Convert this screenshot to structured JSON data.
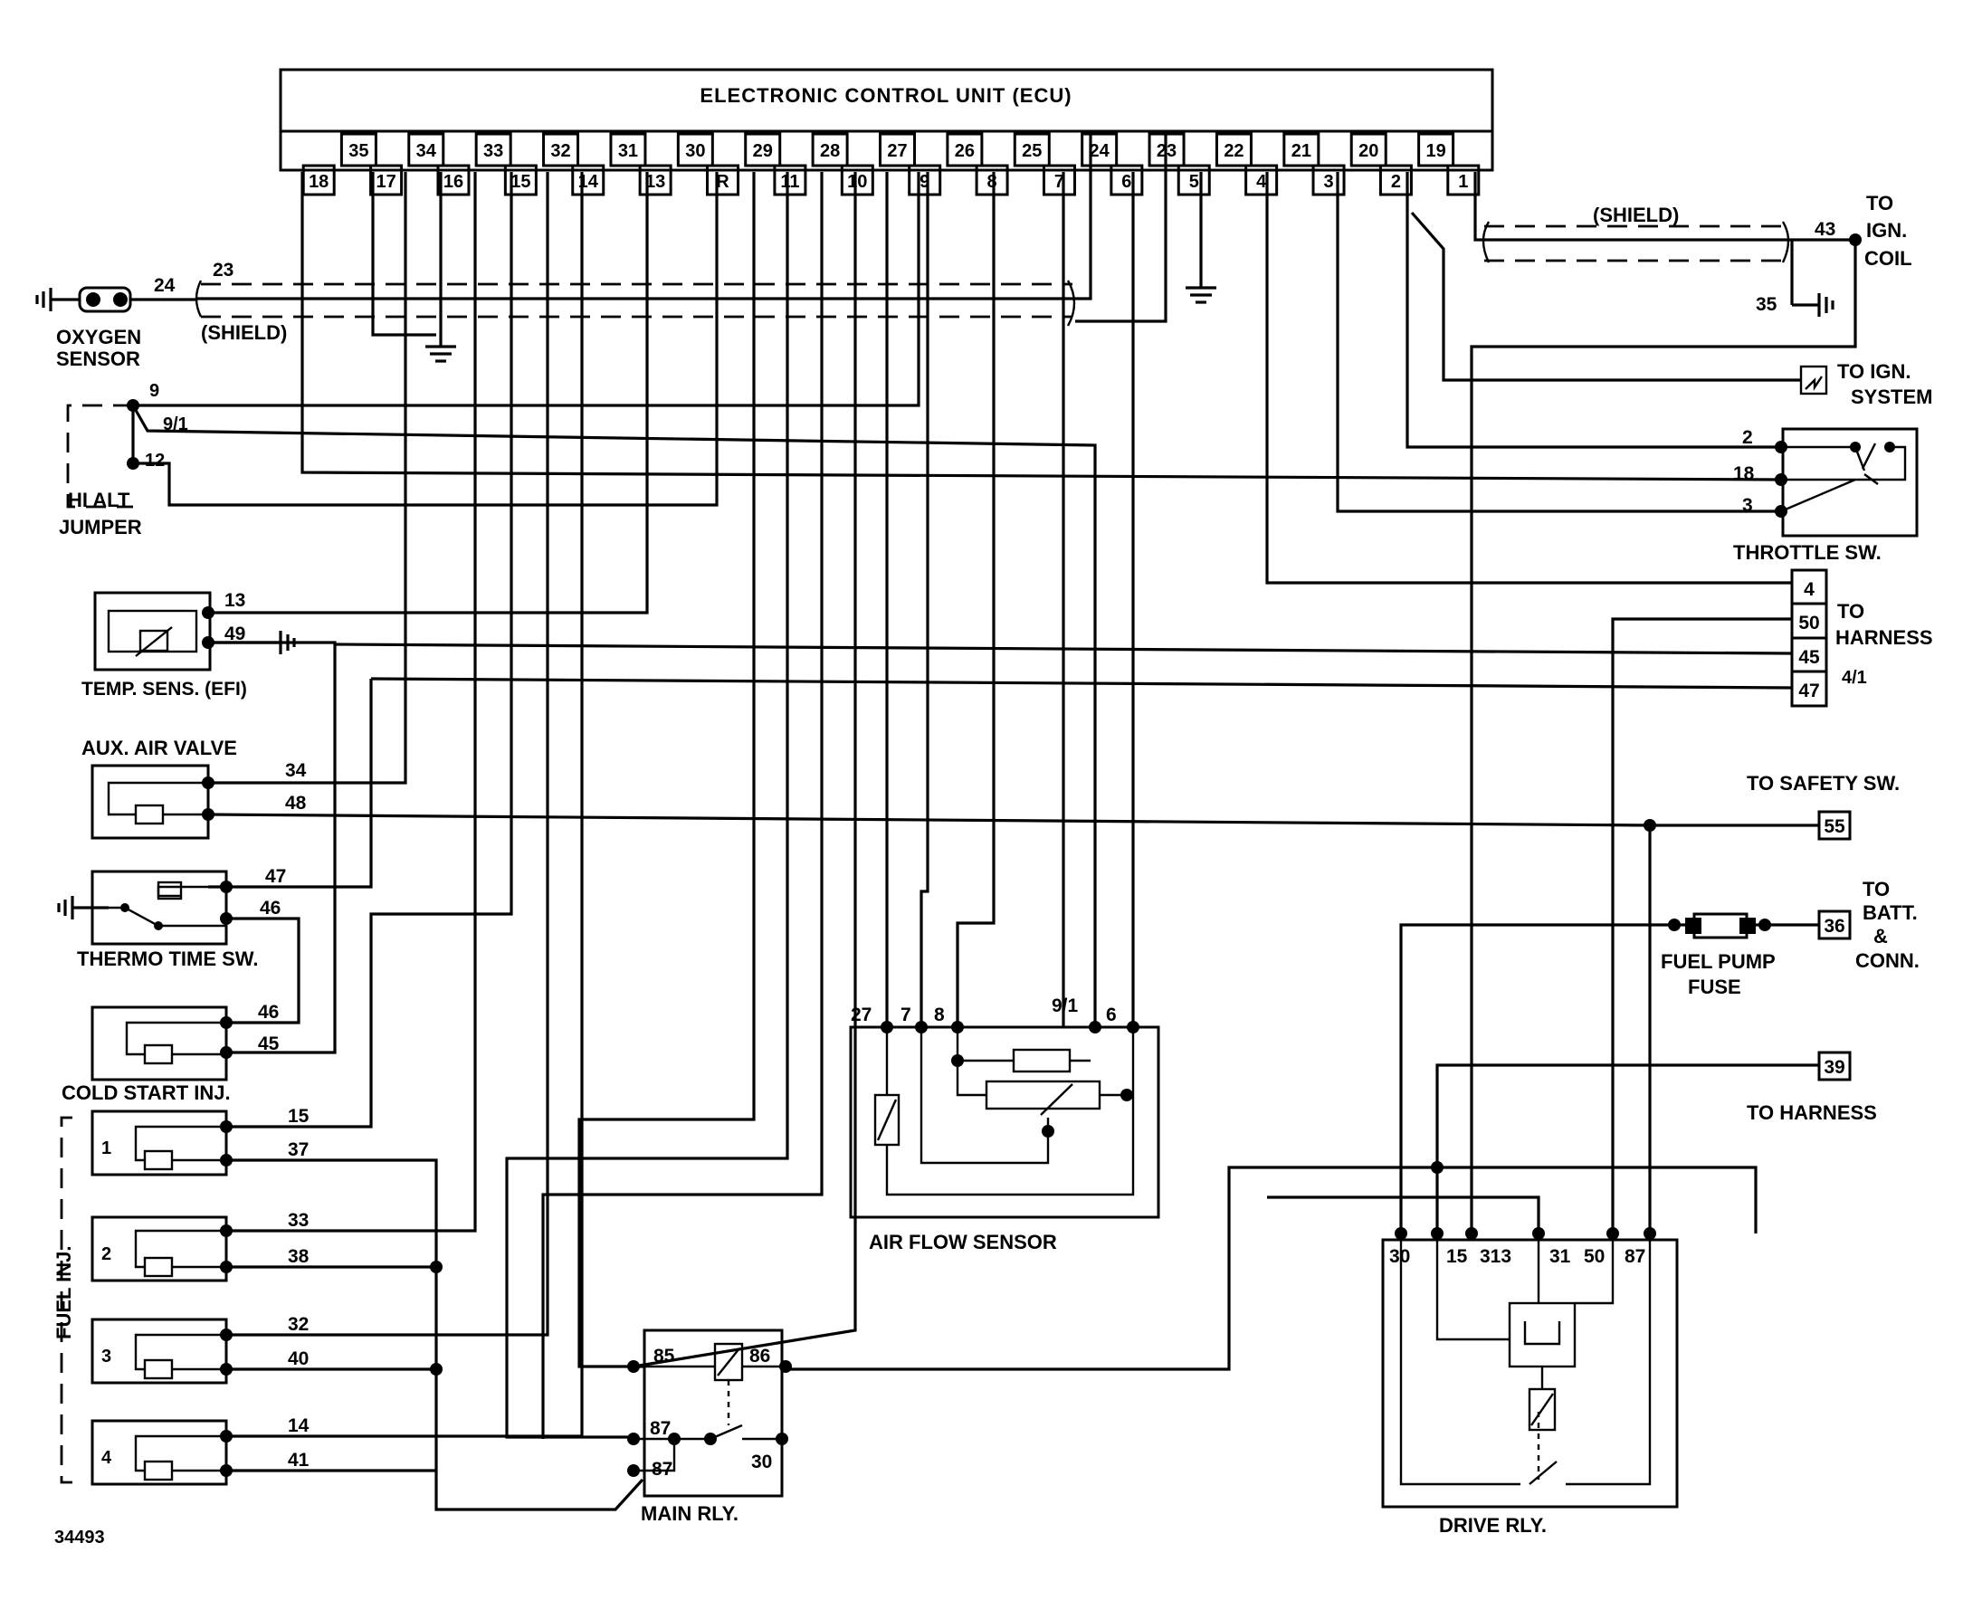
{
  "ecu": {
    "title": "ELECTRONIC CONTROL UNIT  (ECU)",
    "upper_pins": [
      "35",
      "34",
      "33",
      "32",
      "31",
      "30",
      "29",
      "28",
      "27",
      "26",
      "25",
      "24",
      "23",
      "22",
      "21",
      "20",
      "19"
    ],
    "lower_pins": [
      "18",
      "17",
      "16",
      "15",
      "14",
      "13",
      "R",
      "11",
      "10",
      "9",
      "8",
      "7",
      "6",
      "5",
      "4",
      "3",
      "2",
      "1"
    ]
  },
  "left_components": {
    "oxygen_sensor": {
      "line1": "OXYGEN",
      "line2": "SENSOR",
      "wire": "24"
    },
    "shield_left": {
      "label": "(SHIELD)",
      "wire": "23"
    },
    "hi_alt_jumper": {
      "line1": "HI ALT",
      "line2": "JUMPER",
      "wires": [
        "9",
        "9/1",
        "12"
      ]
    },
    "temp_sensor": {
      "label": "TEMP. SENS. (EFI)",
      "wires": [
        "13",
        "49"
      ]
    },
    "aux_air_valve": {
      "label": "AUX. AIR VALVE",
      "wires": [
        "34",
        "48"
      ]
    },
    "thermo_time_sw": {
      "label": "THERMO TIME SW.",
      "wires": [
        "47",
        "46"
      ]
    },
    "cold_start_inj": {
      "label": "COLD START INJ.",
      "wires": [
        "46",
        "45"
      ]
    },
    "fuel_inj": {
      "label": "FUEL INJ.",
      "injectors": [
        {
          "num": "1",
          "wires": [
            "15",
            "37"
          ]
        },
        {
          "num": "2",
          "wires": [
            "33",
            "38"
          ]
        },
        {
          "num": "3",
          "wires": [
            "32",
            "40"
          ]
        },
        {
          "num": "4",
          "wires": [
            "14",
            "41"
          ]
        }
      ]
    }
  },
  "right_components": {
    "ign_coil": {
      "shield": "(SHIELD)",
      "wires": [
        "43",
        "35"
      ],
      "line1": "TO",
      "line2": "IGN.",
      "line3": "COIL"
    },
    "ign_system": {
      "line1": "TO IGN.",
      "line2": "SYSTEM"
    },
    "throttle_sw": {
      "label": "THROTTLE SW.",
      "wires": [
        "2",
        "18",
        "3"
      ]
    },
    "harness_block": {
      "pins": [
        "4",
        "50",
        "45",
        "47"
      ],
      "line1": "TO",
      "line2": "HARNESS",
      "note": "4/1"
    },
    "safety_sw": {
      "label": "TO SAFETY SW.",
      "pin": "55"
    },
    "fuel_pump_fuse": {
      "line1": "FUEL PUMP",
      "line2": "FUSE",
      "pin": "36",
      "to1": "TO",
      "to2": "BATT.",
      "to3": "&",
      "to4": "CONN."
    },
    "harness_39": {
      "pin": "39",
      "label": "TO HARNESS"
    }
  },
  "air_flow_sensor": {
    "label": "AIR FLOW SENSOR",
    "pins": [
      "27",
      "7",
      "8",
      "9/1",
      "6"
    ]
  },
  "main_relay": {
    "label": "MAIN RLY.",
    "pins": [
      "85",
      "86",
      "87",
      "87",
      "30"
    ]
  },
  "drive_relay": {
    "label": "DRIVE RLY.",
    "pins": [
      "30",
      "15",
      "313",
      "31",
      "50",
      "87"
    ]
  },
  "figure_number": "34493"
}
